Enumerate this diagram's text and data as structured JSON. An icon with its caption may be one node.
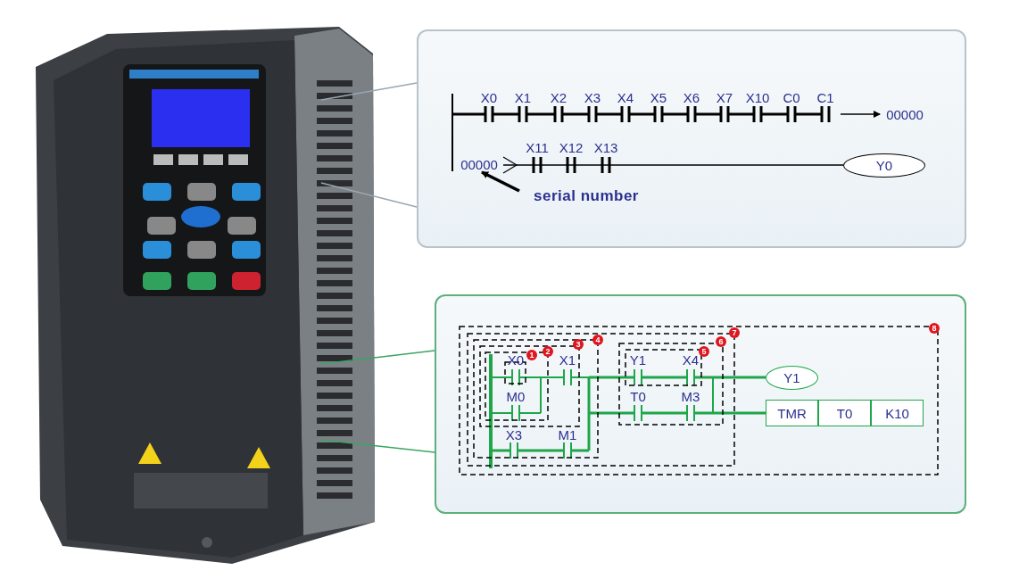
{
  "diagram": {
    "nodes": [
      {
        "text": [],
        "shape": "picture"
      },
      {
        "text": [],
        "shape": "box"
      },
      {
        "text": [
          "00000"
        ],
        "in": 1
      },
      {
        "text": [
          "00000"
        ],
        "in": 1
      },
      {
        "text": [
          "serial number"
        ],
        "in": 1
      },
      {
        "text": [
          "Y0"
        ],
        "in": 1
      },
      {
        "text": [],
        "shape": "box"
      },
      {
        "text": [
          "Y1"
        ],
        "in": 6
      },
      {
        "text": [
          "TMR"
        ],
        "in": 6
      },
      {
        "text": [
          "T0"
        ],
        "in": 6
      },
      {
        "text": [
          "K10"
        ],
        "in": 6
      }
    ],
    "edges": [
      {
        "from": null,
        "to": 2,
        "arrow": "to"
      },
      {
        "from": 4,
        "to": 3,
        "arrow": "to",
        "style": "thick"
      },
      {
        "from": 1,
        "to": 0,
        "arrow": "none",
        "color": "#9aa7b0"
      },
      {
        "from": 1,
        "to": 0,
        "arrow": "none",
        "color": "#9aa7b0"
      },
      {
        "from": 6,
        "to": 0,
        "arrow": "none",
        "color": "#3aa564"
      },
      {
        "from": 6,
        "to": 0,
        "arrow": "none",
        "color": "#3aa564"
      },
      {
        "from": 3,
        "to": 5,
        "arrow": "other"
      }
    ],
    "labels": [
      "X0",
      "X1",
      "X2",
      "X3",
      "X4",
      "X5",
      "X6",
      "X7",
      "X10",
      "C0",
      "C1",
      "X11",
      "X12",
      "X13",
      "8",
      "7",
      "4",
      "6",
      "3",
      "2",
      "5",
      "1",
      "X0",
      "X1",
      "Y1",
      "X4",
      "M0",
      "T0",
      "M3",
      "X3",
      "M1"
    ]
  }
}
